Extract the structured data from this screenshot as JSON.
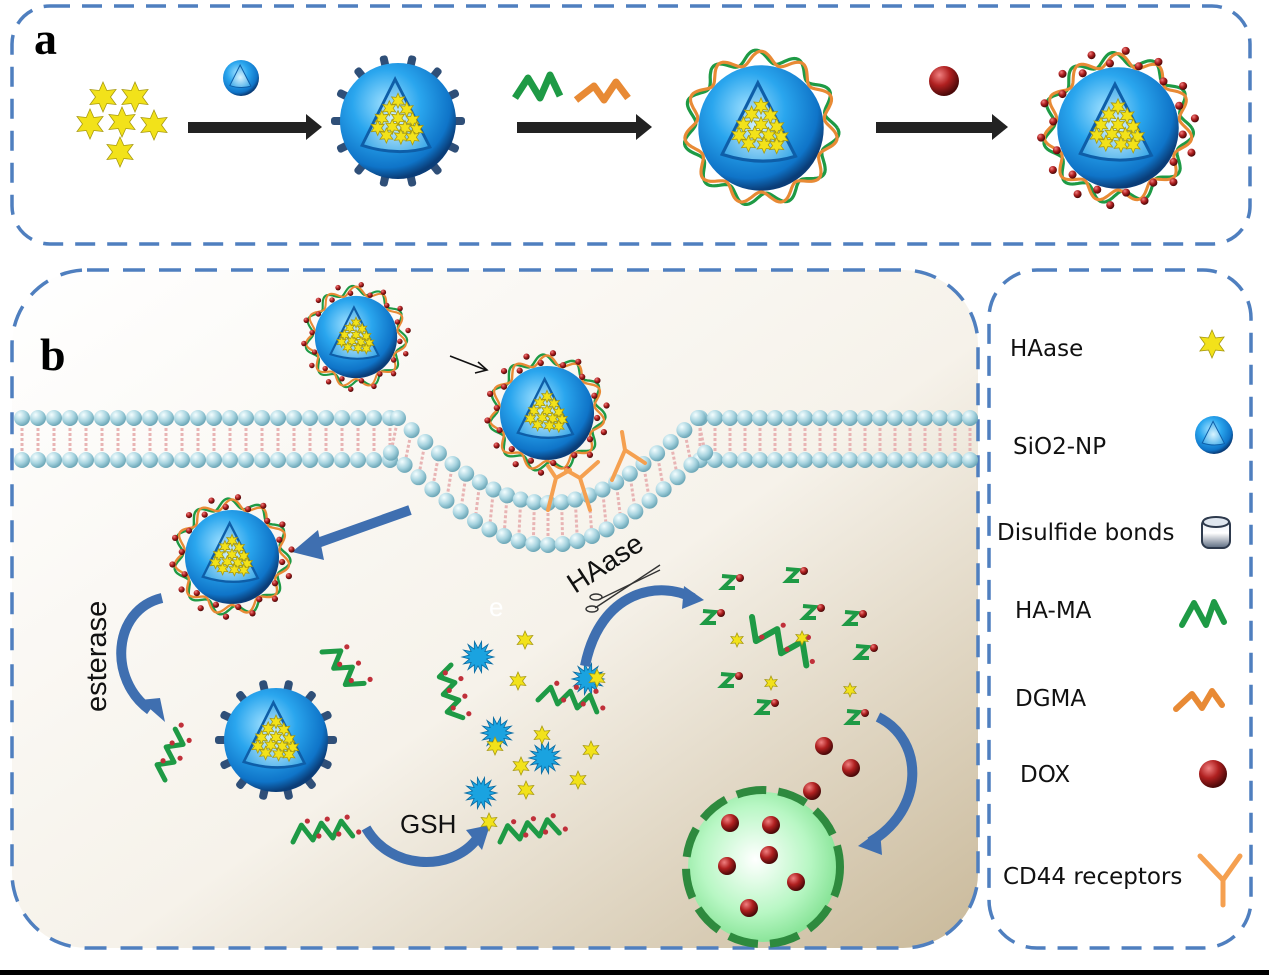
{
  "panel_a": {
    "label": "a",
    "steps": [
      {
        "name": "HAase",
        "icon": "haase-star-cluster-icon"
      },
      {
        "name": "SiO2-NP with disulfide bonds loaded with HAase",
        "icon": "sio2-np-loaded-icon"
      },
      {
        "name": "HA-MA and DGMA coated NP",
        "icon": "coated-np-icon"
      },
      {
        "name": "DOX loaded coated NP",
        "icon": "dox-loaded-np-icon"
      }
    ],
    "reagents": [
      {
        "name": "SiO2-NP",
        "icon": "sio2-np-icon"
      },
      {
        "name": "HA-MA + DGMA",
        "icon": "polymer-chains-icon"
      },
      {
        "name": "DOX",
        "icon": "dox-sphere-icon"
      }
    ]
  },
  "panel_b": {
    "label": "b",
    "labels": {
      "esterase": "esterase",
      "haase": "HAase",
      "gsh": "GSH",
      "ghost_e": "e"
    }
  },
  "legend": {
    "items": [
      {
        "label": "HAase",
        "icon": "haase-star-icon"
      },
      {
        "label": "SiO2-NP",
        "icon": "sio2-np-icon"
      },
      {
        "label": "Disulfide bonds",
        "icon": "disulfide-cylinder-icon"
      },
      {
        "label": "HA-MA",
        "icon": "ha-ma-chain-icon"
      },
      {
        "label": "DGMA",
        "icon": "dgma-chain-icon"
      },
      {
        "label": "DOX",
        "icon": "dox-sphere-icon"
      },
      {
        "label": "CD44  receptors",
        "icon": "cd44-receptor-icon"
      }
    ]
  },
  "colors": {
    "frame_dash": "#4f7fbf",
    "sphere_blue": "#1e90e0",
    "star_yellow": "#f2e21a",
    "hama_green": "#1e9a45",
    "dgma_orange": "#e88a35",
    "dox_red": "#a01e1e",
    "arrow_dark": "#222222",
    "arrow_blue": "#3f6fb0",
    "lipid_head": "#a8d4e0",
    "lipid_tail": "#e8b4b4",
    "vesicle_green": "#b8f5c0"
  }
}
